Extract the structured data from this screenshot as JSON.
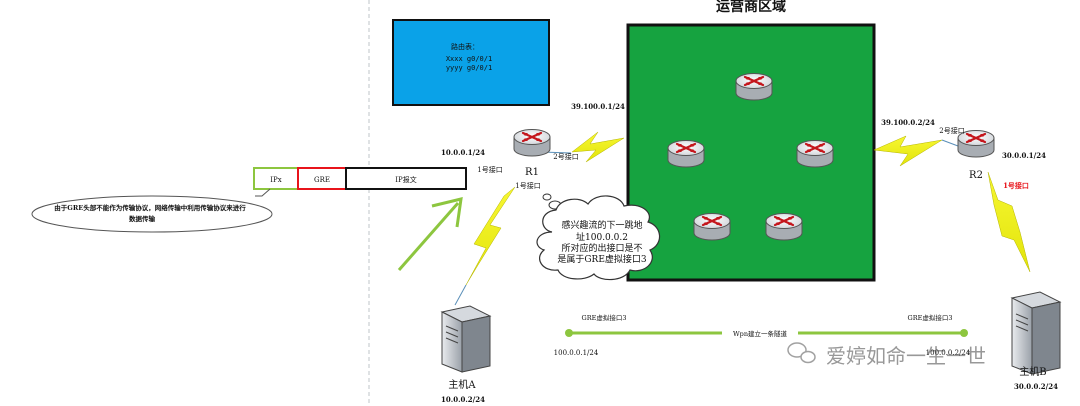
{
  "carrier_region": {
    "title": "运营商区域"
  },
  "routing_table": {
    "title": "路由表：",
    "row1": "Xxxx g0/0/1",
    "row2": "yyyy g0/0/1"
  },
  "router_r1": {
    "name": "R1",
    "ip_left": "10.0.0.1/24",
    "ip_right": "39.100.0.1/24",
    "port1_a": "1号接口",
    "port1_b": "1号接口",
    "port2": "2号接口"
  },
  "router_r2": {
    "name": "R2",
    "ip_left": "39.100.0.2/24",
    "ip_right": "30.0.0.1/24",
    "port2": "2号接口",
    "port1": "1号接口",
    "port1_color": "#e8141b"
  },
  "packet": {
    "ip_label": "IPx",
    "gre_label": "GRE",
    "payload_label": "IP报文",
    "ip_color": "#8dc63f",
    "gre_color": "#e8141b"
  },
  "packet_note": {
    "text1": "由于GRE头部不能作为传输协议，网络传输中利用传输协议来进行",
    "text2": "数据传输"
  },
  "cloud_thought": {
    "line1": "感兴趣流的下一跳地",
    "line2": "址100.0.0.2",
    "line3": "所对应的出接口是不",
    "line4": "是属于GRE虚拟接口3"
  },
  "tunnel": {
    "left_label": "GRE虚拟接口3",
    "right_label": "GRE虚拟接口3",
    "center_label": "Wpn建立一条隧道",
    "left_ip": "100.0.0.1/24",
    "right_ip": "100.0.0.2/24",
    "color": "#8dc63f"
  },
  "host_a": {
    "name": "主机A",
    "ip": "10.0.0.2/24"
  },
  "host_b": {
    "name": "主机B",
    "ip": "30.0.0.2/24"
  },
  "watermark": {
    "text": "爱婷如命一生一世"
  },
  "colors": {
    "carrier_fill": "#16a340",
    "routing_fill": "#0aa2e8",
    "lightning": "#f1f21e"
  }
}
